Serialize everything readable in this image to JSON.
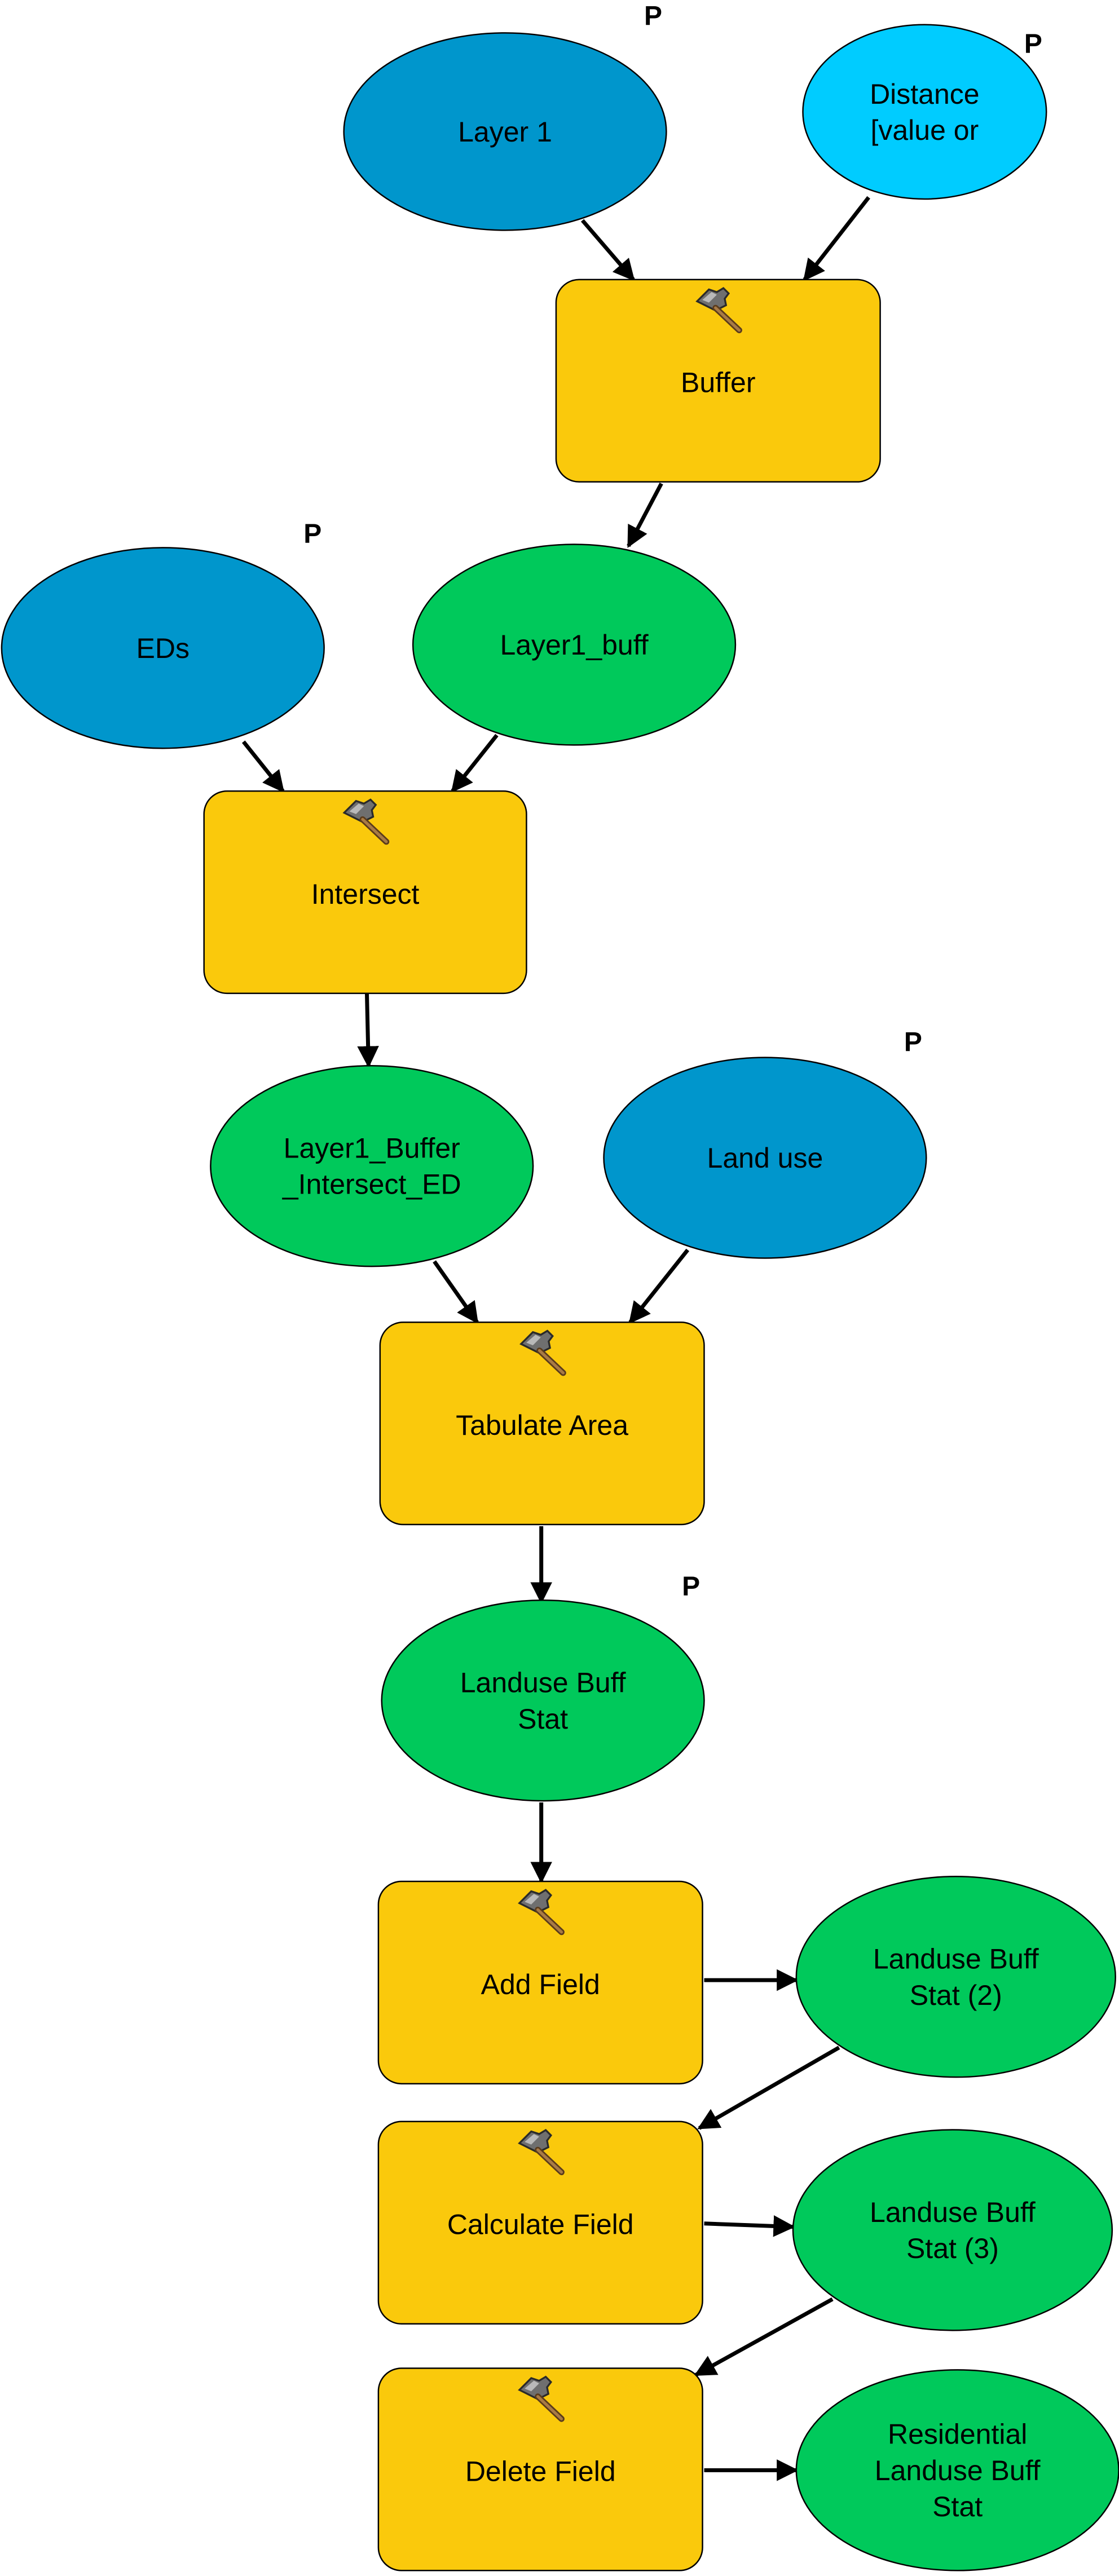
{
  "colors": {
    "input_data": "#0096cc",
    "input_value": "#00ccff",
    "tool": "#fac90c",
    "derived_data": "#00c95b",
    "connector": "#000000"
  },
  "param_marker": "P",
  "nodes": {
    "layer1": {
      "label": "Layer 1",
      "kind": "input_data",
      "icon": "",
      "is_parameter": true
    },
    "distance": {
      "label": "Distance\n[value or",
      "kind": "input_value",
      "icon": "",
      "is_parameter": true
    },
    "buffer": {
      "label": "Buffer",
      "kind": "tool",
      "icon": "hammer-icon",
      "is_parameter": false
    },
    "eds": {
      "label": "EDs",
      "kind": "input_data",
      "icon": "",
      "is_parameter": true
    },
    "layer1_buff": {
      "label": "Layer1_buff",
      "kind": "derived_data",
      "icon": "",
      "is_parameter": false
    },
    "intersect": {
      "label": "Intersect",
      "kind": "tool",
      "icon": "hammer-icon",
      "is_parameter": false
    },
    "layer1_buffer_intersect_ed": {
      "label": "Layer1_Buffer\n_Intersect_ED",
      "kind": "derived_data",
      "icon": "",
      "is_parameter": false
    },
    "land_use": {
      "label": "Land use",
      "kind": "input_data",
      "icon": "",
      "is_parameter": true
    },
    "tabulate_area": {
      "label": "Tabulate Area",
      "kind": "tool",
      "icon": "hammer-icon",
      "is_parameter": false
    },
    "landuse_buff_stat": {
      "label": "Landuse Buff\nStat",
      "kind": "derived_data",
      "icon": "",
      "is_parameter": true
    },
    "add_field": {
      "label": "Add Field",
      "kind": "tool",
      "icon": "hammer-icon",
      "is_parameter": false
    },
    "landuse_buff_stat_2": {
      "label": "Landuse Buff\nStat (2)",
      "kind": "derived_data",
      "icon": "",
      "is_parameter": false
    },
    "calculate_field": {
      "label": "Calculate Field",
      "kind": "tool",
      "icon": "hammer-icon",
      "is_parameter": false
    },
    "landuse_buff_stat_3": {
      "label": "Landuse Buff\nStat (3)",
      "kind": "derived_data",
      "icon": "",
      "is_parameter": false
    },
    "delete_field": {
      "label": "Delete Field",
      "kind": "tool",
      "icon": "hammer-icon",
      "is_parameter": false
    },
    "residential_landuse_buff_stat": {
      "label": "Residential\nLanduse Buff\nStat",
      "kind": "derived_data",
      "icon": "",
      "is_parameter": false
    }
  },
  "edges": [
    {
      "from": "layer1",
      "to": "buffer"
    },
    {
      "from": "distance",
      "to": "buffer"
    },
    {
      "from": "buffer",
      "to": "layer1_buff"
    },
    {
      "from": "eds",
      "to": "intersect"
    },
    {
      "from": "layer1_buff",
      "to": "intersect"
    },
    {
      "from": "intersect",
      "to": "layer1_buffer_intersect_ed"
    },
    {
      "from": "layer1_buffer_intersect_ed",
      "to": "tabulate_area"
    },
    {
      "from": "land_use",
      "to": "tabulate_area"
    },
    {
      "from": "tabulate_area",
      "to": "landuse_buff_stat"
    },
    {
      "from": "landuse_buff_stat",
      "to": "add_field"
    },
    {
      "from": "add_field",
      "to": "landuse_buff_stat_2"
    },
    {
      "from": "landuse_buff_stat_2",
      "to": "calculate_field"
    },
    {
      "from": "calculate_field",
      "to": "landuse_buff_stat_3"
    },
    {
      "from": "landuse_buff_stat_3",
      "to": "delete_field"
    },
    {
      "from": "delete_field",
      "to": "residential_landuse_buff_stat"
    }
  ]
}
